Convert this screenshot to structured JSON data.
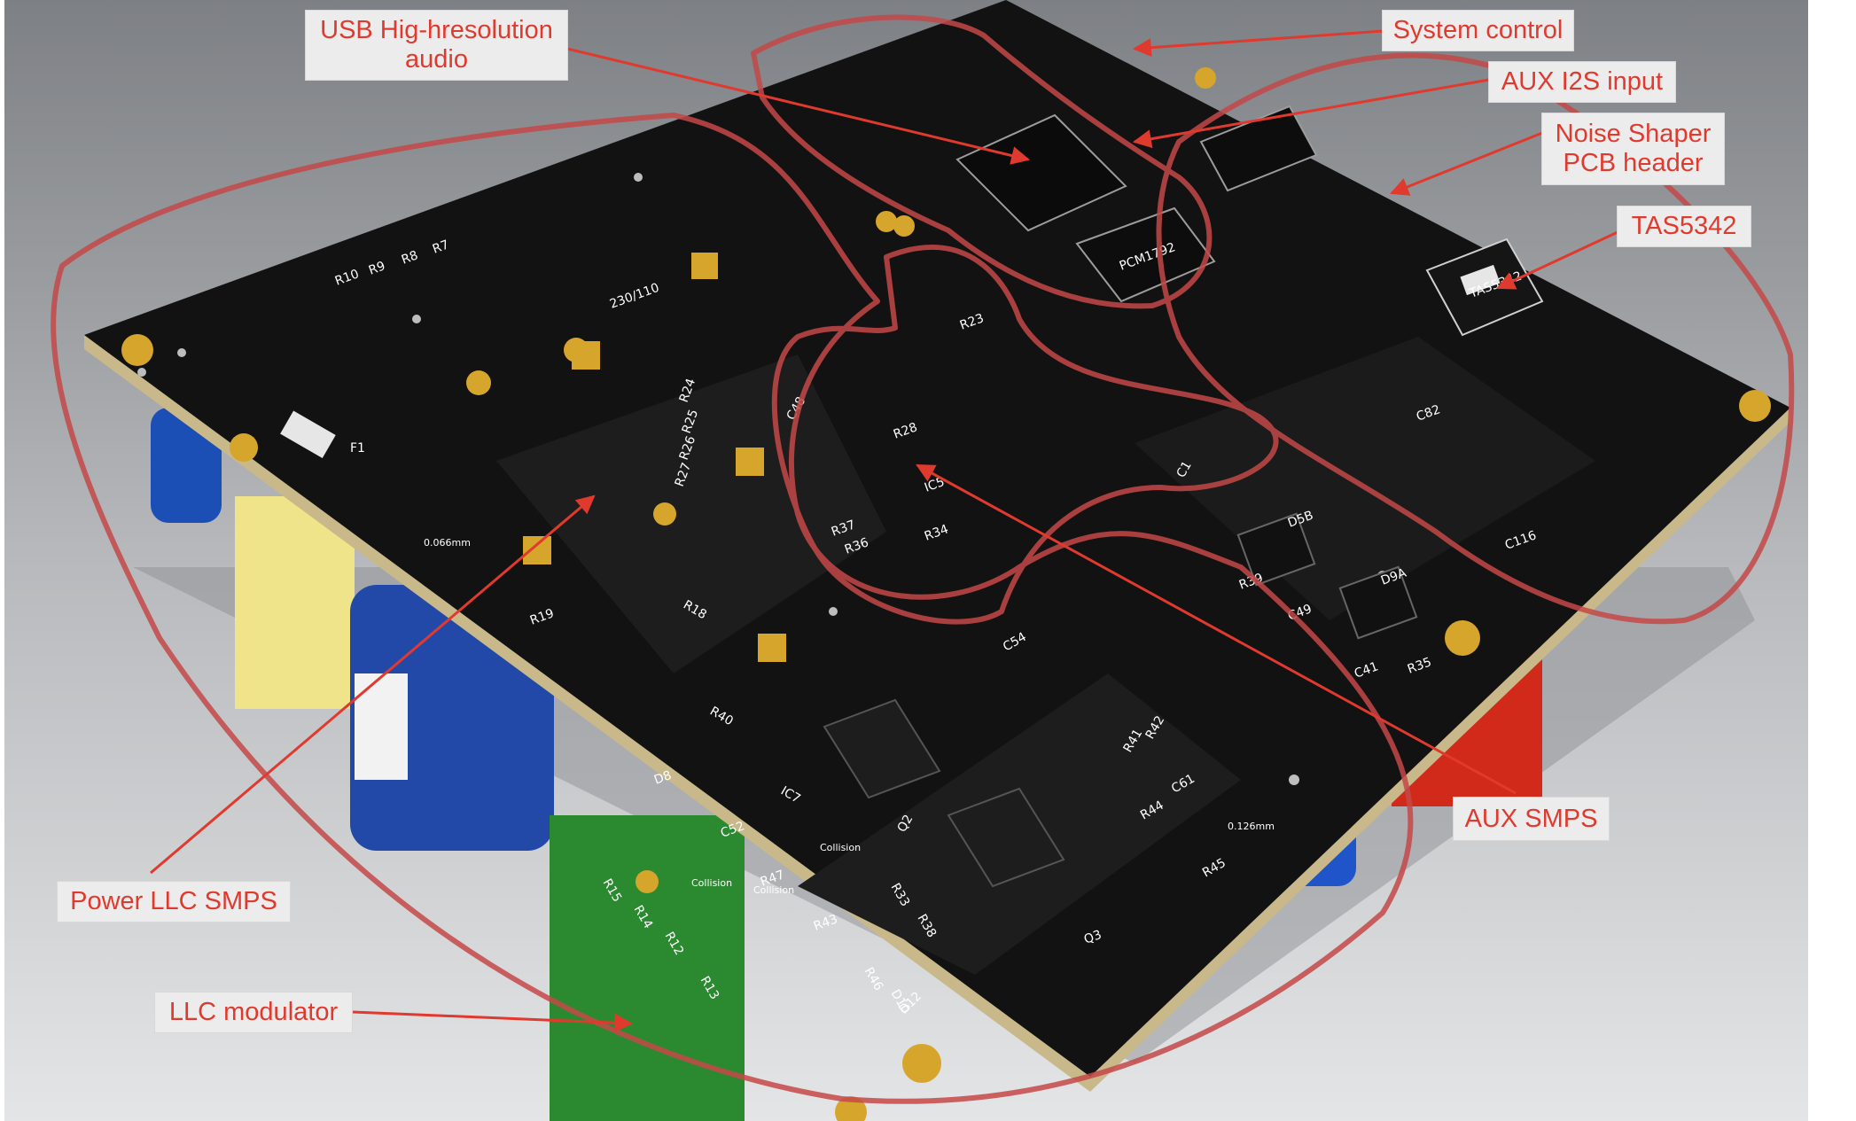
{
  "callouts": {
    "usb_audio": [
      "USB Hig-hresolution",
      "audio"
    ],
    "system_control": "System control",
    "aux_i2s": "AUX I2S input",
    "noise_shaper": [
      "Noise Shaper",
      "PCB header"
    ],
    "tas5342": "TAS5342",
    "aux_smps": "AUX SMPS",
    "power_llc": "Power LLC SMPS",
    "llc_modulator": "LLC modulator"
  },
  "silkscreen": {
    "voltage": "230/110",
    "fuse": "F1",
    "r10": "R10",
    "r9": "R9",
    "r8": "R8",
    "r7": "R7",
    "r24": "R24",
    "r25": "R25",
    "r26": "R26",
    "r27": "R27",
    "r19": "R19",
    "r18": "R18",
    "r40": "R40",
    "d8": "D8",
    "ic7": "IC7",
    "c52": "C52",
    "r47": "R47",
    "r15": "R15",
    "r14": "R14",
    "r12": "R12",
    "r13": "R13",
    "r43": "R43",
    "r46": "R46",
    "r38": "R38",
    "d10": "D10",
    "d12": "D12",
    "r33": "R33",
    "q2": "Q2",
    "q3": "Q3",
    "r44": "R44",
    "r45": "R45",
    "c61": "C61",
    "c54": "C54",
    "r41": "R41",
    "r42": "R42",
    "d5b": "D5B",
    "d9a": "D9A",
    "r39": "R39",
    "c49": "C49",
    "c41": "C41",
    "r35": "R35",
    "r28": "R28",
    "c48": "C48",
    "r37": "R37",
    "r36": "R36",
    "ic5": "IC5",
    "r34": "R34",
    "c1": "C1",
    "r23": "R23",
    "c116": "C116",
    "c82": "C82",
    "chip1": "TAS5342",
    "chip2": "PCM1792"
  },
  "labels": {
    "collision_1": "Collision",
    "collision_2": "Collision",
    "collision_3": "Collision",
    "measure_1": "0.066mm",
    "measure_2": "0.126mm"
  },
  "colors": {
    "board": "#121212",
    "pad": "#d6a52c",
    "annotation": "#e03a2e",
    "outline": "#c44848"
  }
}
